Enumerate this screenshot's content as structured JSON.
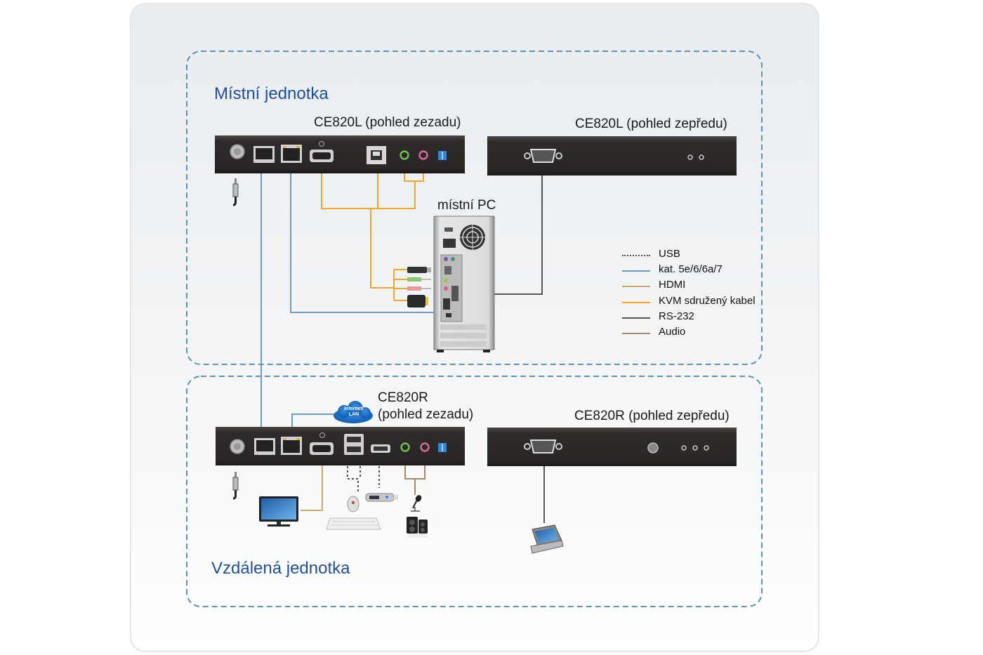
{
  "zones": {
    "local": {
      "title": "Místní jednotka"
    },
    "remote": {
      "title": "Vzdálená jednotka"
    }
  },
  "devices": {
    "local_rear": {
      "label": "CE820L (pohled zezadu)"
    },
    "local_front": {
      "label": "CE820L (pohled zepředu)"
    },
    "local_pc": {
      "label": "místní PC"
    },
    "remote_rear": {
      "label_line1": "CE820R",
      "label_line2": "(pohled zezadu)"
    },
    "remote_front": {
      "label": "CE820R (pohled zepředu)"
    },
    "cloud": {
      "label_line1": "Internet/",
      "label_line2": "LAN"
    }
  },
  "legend": [
    {
      "label": "USB",
      "style": "dotted",
      "color": "#555555"
    },
    {
      "label": "kat. 5e/6/6a/7",
      "style": "solid",
      "color": "#6a9cc4"
    },
    {
      "label": "HDMI",
      "style": "solid",
      "color": "#c8a86a"
    },
    {
      "label": "KVM sdružený kabel",
      "style": "solid",
      "color": "#f5a623"
    },
    {
      "label": "RS-232",
      "style": "solid",
      "color": "#555555"
    },
    {
      "label": "Audio",
      "style": "solid",
      "color": "#a88a6a"
    }
  ],
  "colors": {
    "zone_title": "#1f4f9e",
    "zone_border": "#5b93b8",
    "device_body": "#2f2b2a",
    "cat_cable": "#6a9cc4",
    "kvm_cable": "#f5a623",
    "hdmi_cable": "#c8a86a",
    "audio_cable": "#a88a6a",
    "rs232_cable": "#555555"
  }
}
